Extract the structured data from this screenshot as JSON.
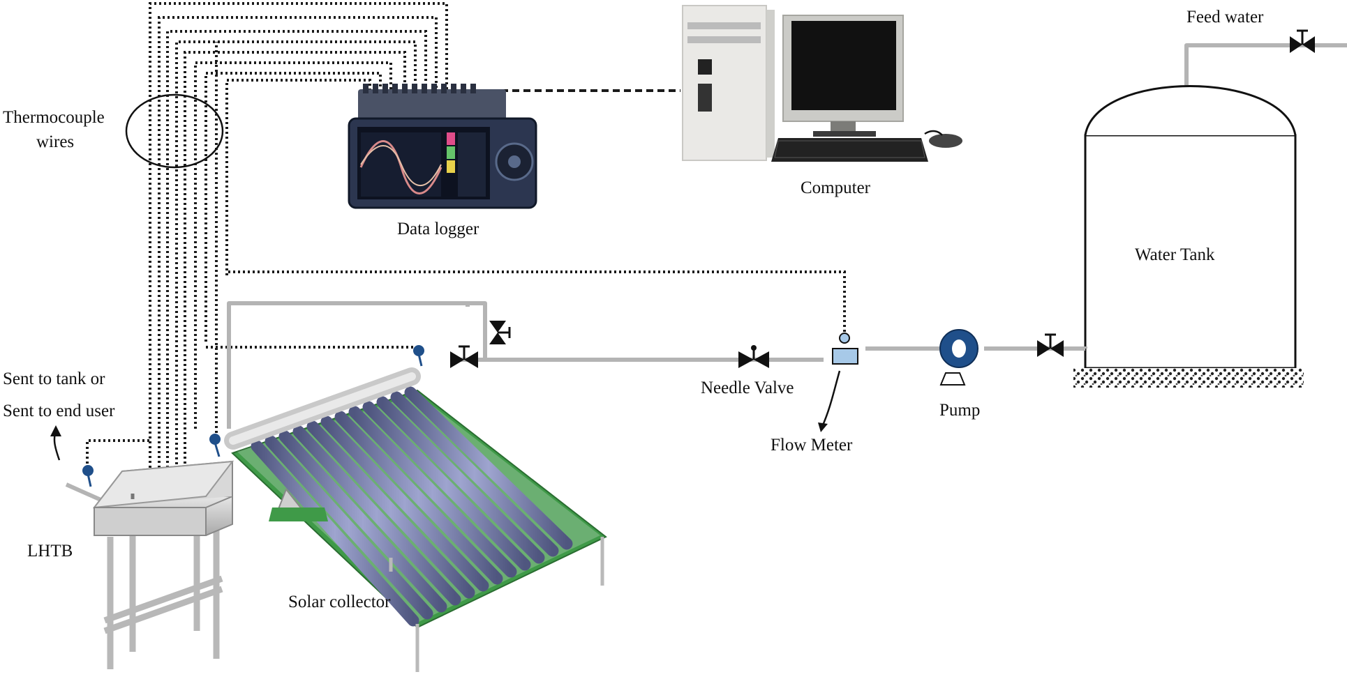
{
  "labels": {
    "thermocouple_line1": "Thermocouple",
    "thermocouple_line2": "wires",
    "data_logger": "Data logger",
    "computer": "Computer",
    "feed_water": "Feed water",
    "water_tank": "Water Tank",
    "sent_line1": "Sent to tank or",
    "sent_line2": "Sent to end user",
    "lhtb": "LHTB",
    "solar_collector": "Solar collector",
    "needle_valve": "Needle Valve",
    "flow_meter": "Flow Meter",
    "pump": "Pump"
  },
  "colors": {
    "pipe": "#b4b4b4",
    "sensor": "#1f4f8a",
    "tube": "#6f76a6",
    "collector_base": "#3f9a48",
    "flow_meter": "#a7c9e8",
    "pump": "#1f4f8a"
  }
}
